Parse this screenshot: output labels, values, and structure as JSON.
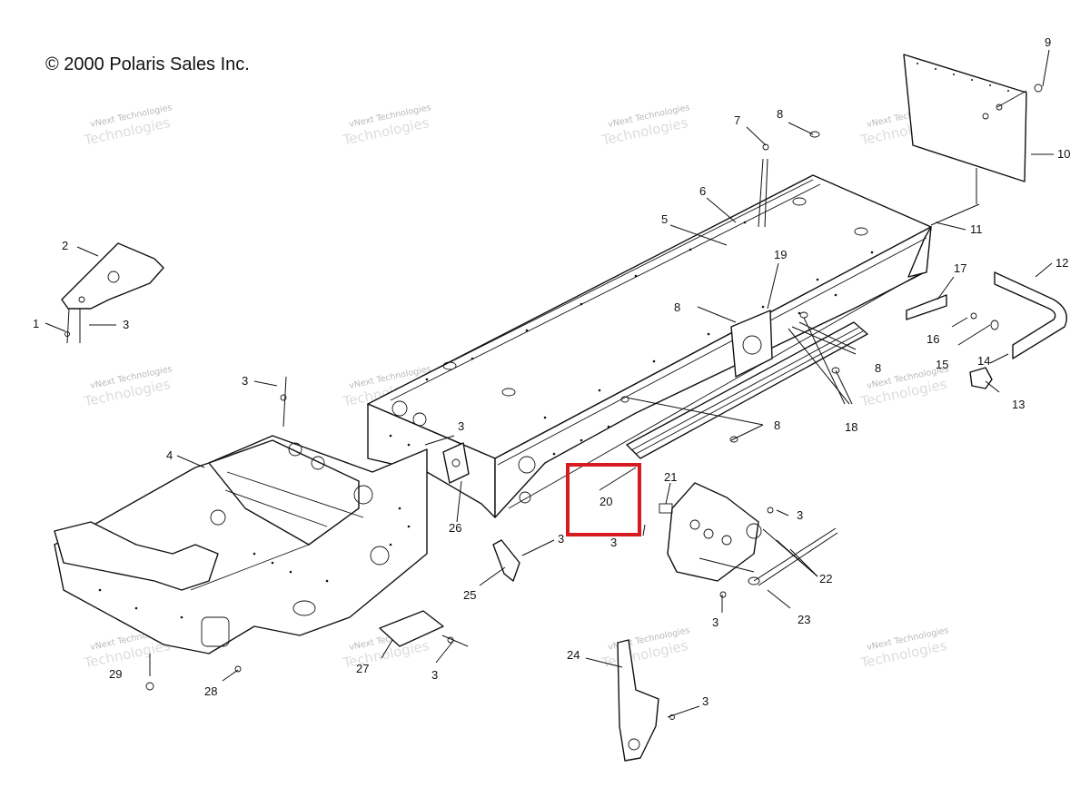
{
  "copyright": "© 2000 Polaris Sales Inc.",
  "watermark": {
    "line1": "vNext Technologies",
    "line2": "Technologies"
  },
  "highlight": {
    "color": "#d71920",
    "label": "20"
  },
  "callouts": {
    "c1": "1",
    "c2": "2",
    "c3a": "3",
    "c3b": "3",
    "c3c": "3",
    "c3d": "3",
    "c3e": "3",
    "c3f": "3",
    "c3g": "3",
    "c3h": "3",
    "c3i": "3",
    "c4": "4",
    "c5": "5",
    "c6": "6",
    "c7": "7",
    "c8a": "8",
    "c8b": "8",
    "c8c": "8",
    "c8d": "8",
    "c9": "9",
    "c10": "10",
    "c11": "11",
    "c12": "12",
    "c13": "13",
    "c14": "14",
    "c15": "15",
    "c16": "16",
    "c17": "17",
    "c18": "18",
    "c19": "19",
    "c21": "21",
    "c22": "22",
    "c23": "23",
    "c24": "24",
    "c25": "25",
    "c26": "26",
    "c27": "27",
    "c28": "28",
    "c29": "29"
  }
}
